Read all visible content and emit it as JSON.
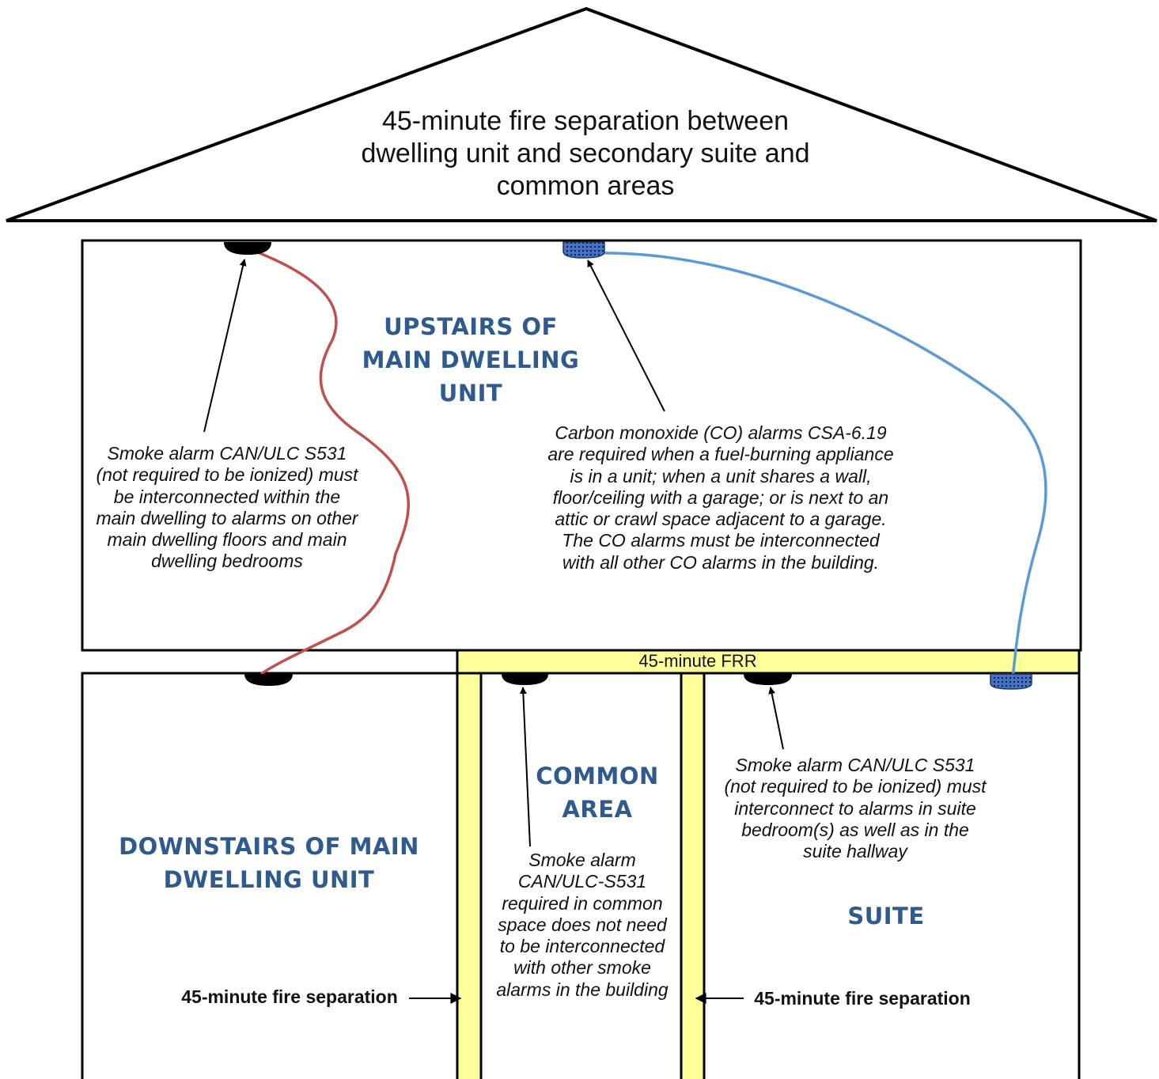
{
  "roof": {
    "text": "45-minute fire separation between dwelling unit and secondary suite and common areas"
  },
  "rooms": {
    "upstairs": "UPSTAIRS OF MAIN DWELLING UNIT",
    "downstairs": "DOWNSTAIRS OF MAIN DWELLING UNIT",
    "common_area": "COMMON AREA",
    "suite": "SUITE"
  },
  "notes": {
    "upstairs_smoke": "Smoke alarm CAN/ULC S531 (not required to be ionized) must be interconnected within the main dwelling to alarms on other main dwelling floors and main dwelling bedrooms",
    "co_alarm": "Carbon monoxide (CO) alarms CSA-6.19 are required when a fuel-burning appliance is in a unit; when a unit shares a wall, floor/ceiling with a garage; or is next to an attic or crawl space adjacent to a garage. The CO alarms must be interconnected with all other CO alarms in the building.",
    "suite_smoke": "Smoke alarm CAN/ULC S531 (not required to be ionized) must interconnect to alarms in suite bedroom(s) as well as in the suite hallway",
    "common_smoke": "Smoke alarm CAN/ULC-S531 required in common space does not need to be interconnected with other smoke alarms in the building"
  },
  "labels": {
    "frr": "45-minute FRR",
    "fire_sep_left": "45-minute fire separation",
    "fire_sep_right": "45-minute fire separation"
  },
  "colors": {
    "room_label": "#2e5a8e",
    "smoke_interconnect": "#c0504d",
    "co_interconnect": "#5b9bd5",
    "fire_separation_fill": "#ffff99",
    "co_alarm_fill": "#4472c4"
  }
}
